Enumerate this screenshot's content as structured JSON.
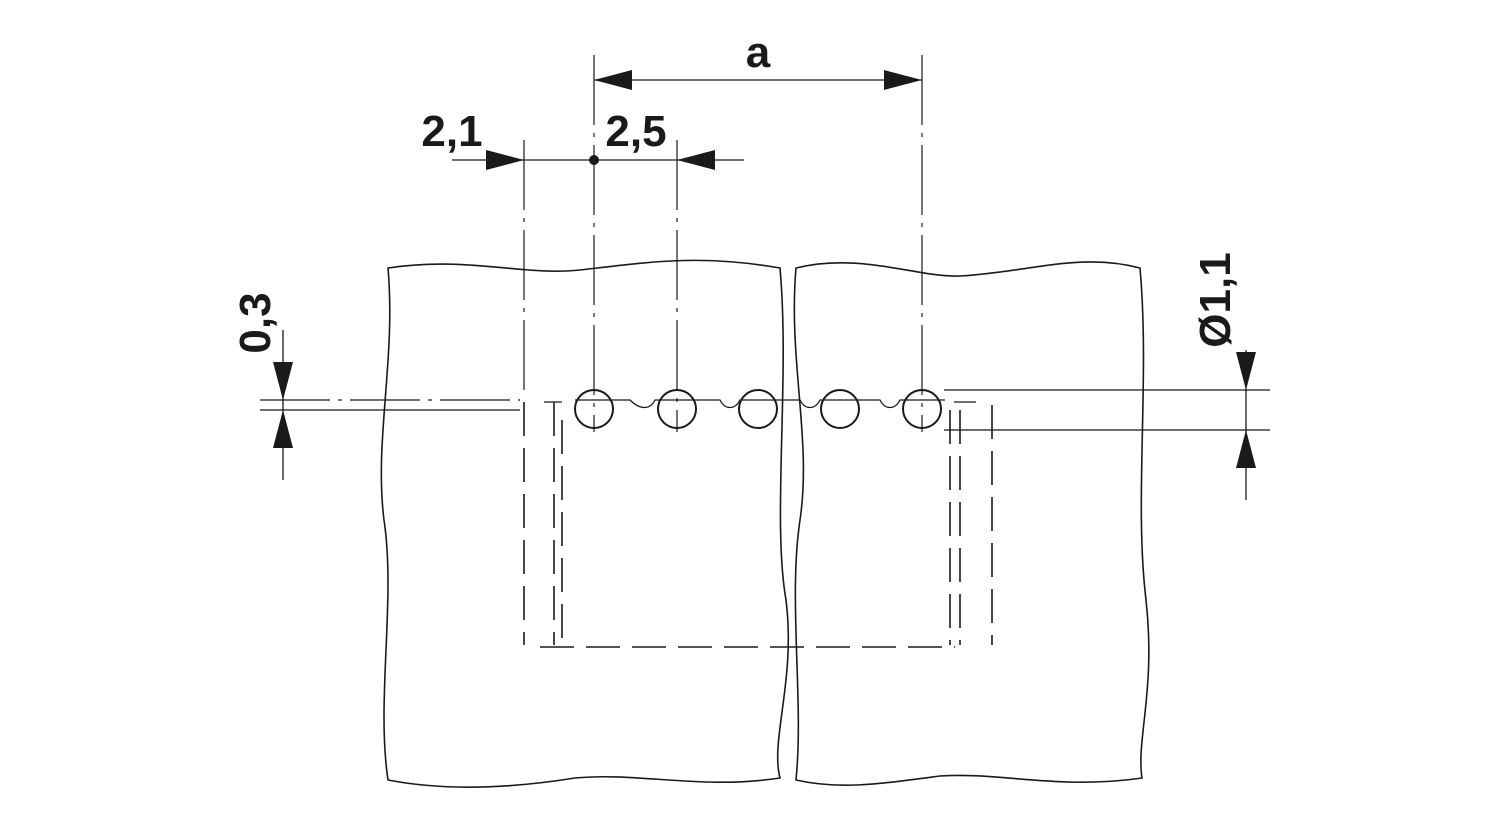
{
  "dimensions": {
    "pitch": "a",
    "edge_offset": "2,1",
    "pin_spacing": "2,5",
    "thickness": "0,3",
    "hole_diameter": "Ø1,1"
  },
  "colors": {
    "line": "#1a1a1a",
    "background": "#ffffff"
  }
}
